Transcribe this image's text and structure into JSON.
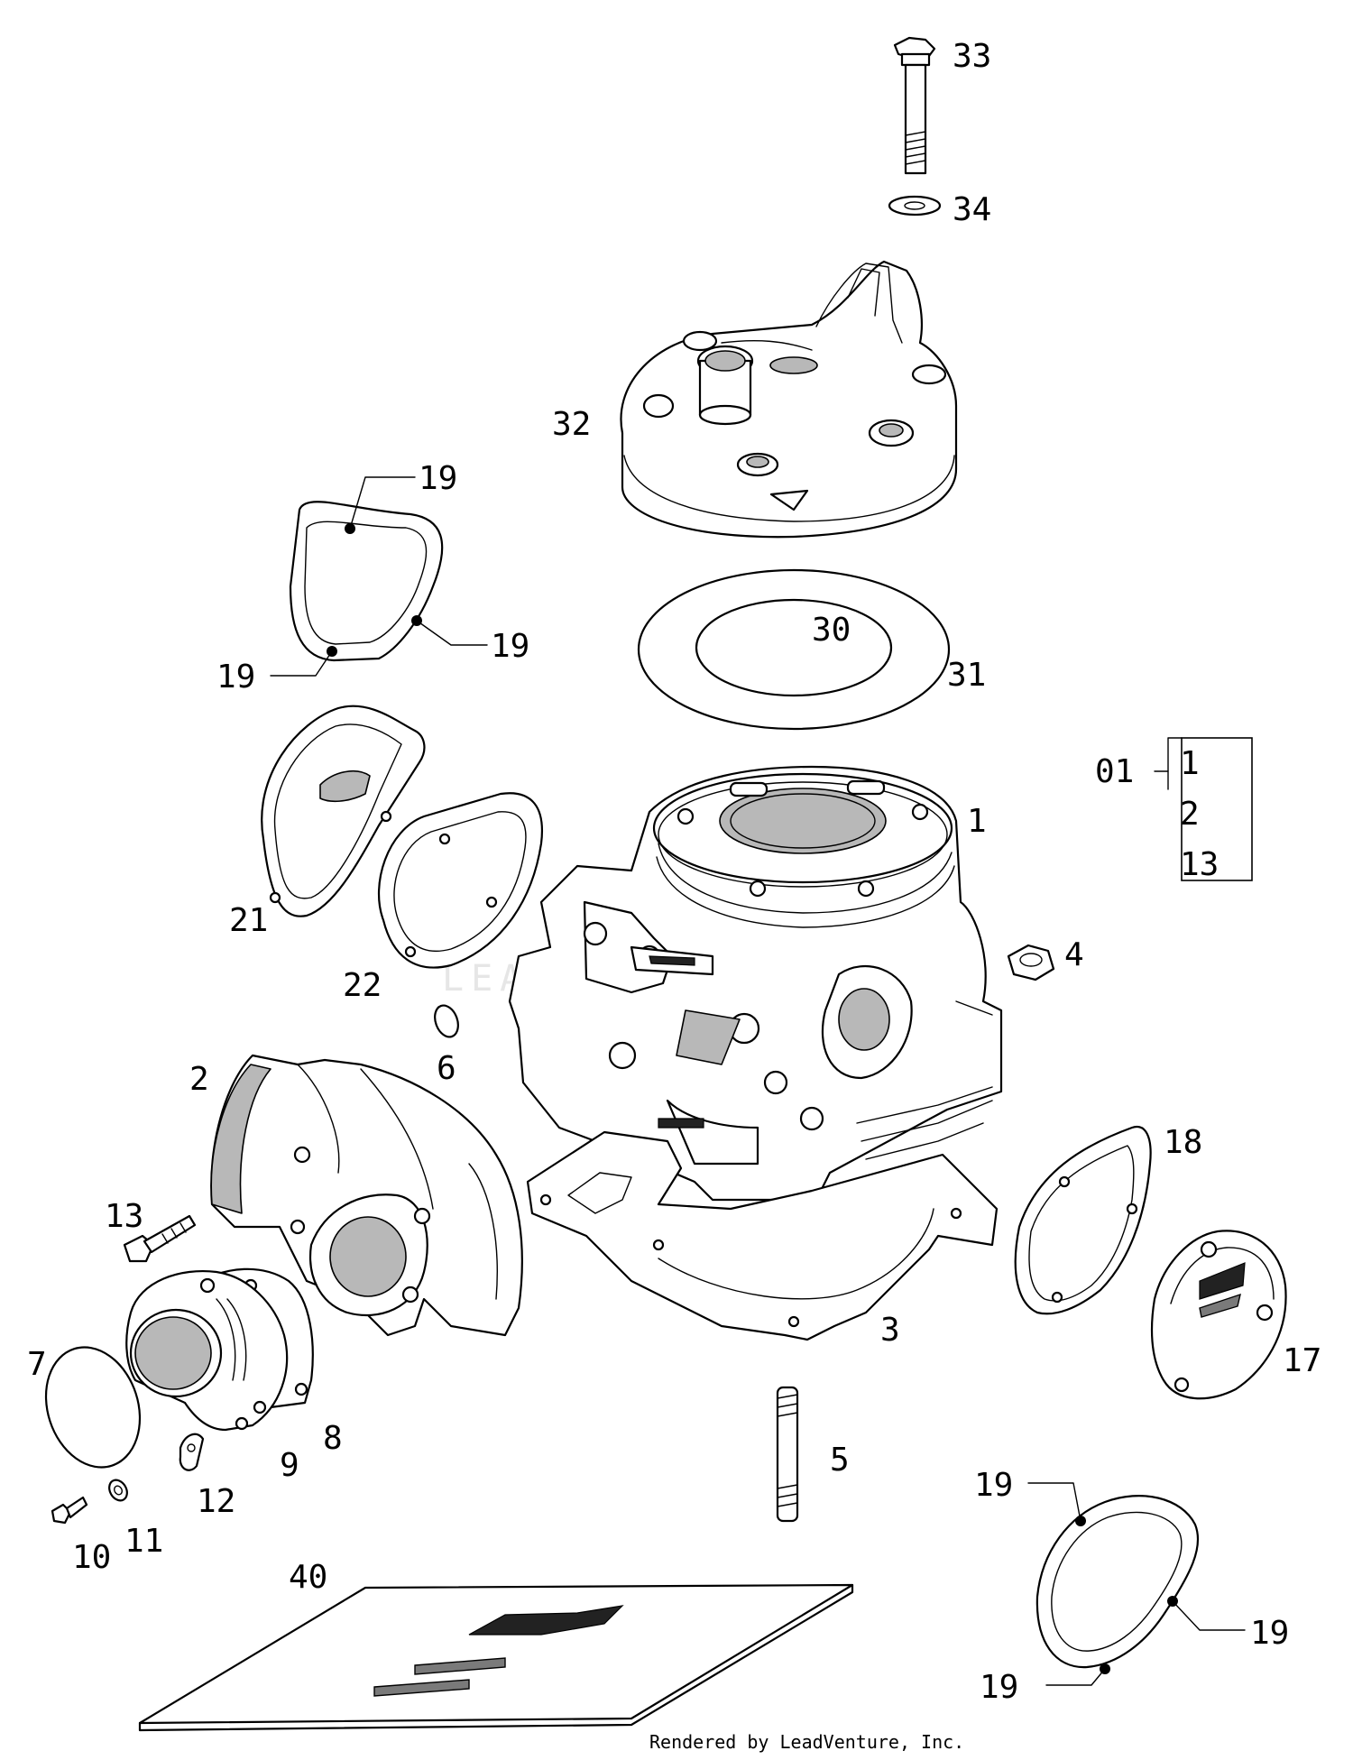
{
  "callouts": {
    "c33": "33",
    "c34": "34",
    "c32": "32",
    "c19a": "19",
    "c19b": "19",
    "c19c": "19",
    "c30": "30",
    "c31": "31",
    "c01": "01",
    "box1": "1",
    "box2": "2",
    "box13": "13",
    "c1": "1",
    "c21": "21",
    "c22": "22",
    "c4": "4",
    "c6": "6",
    "c2": "2",
    "c18": "18",
    "c13": "13",
    "c3": "3",
    "c17": "17",
    "c7": "7",
    "c8": "8",
    "c9": "9",
    "c12": "12",
    "c5": "5",
    "c11": "11",
    "c10": "10",
    "c40": "40",
    "c19d": "19",
    "c19e": "19",
    "c19f": "19"
  },
  "watermark": "LEADVENTURE",
  "credit": "Rendered by LeadVenture, Inc.",
  "colors": {
    "line": "#000000",
    "shade": "#b8b8b8",
    "watermark": "#e6e6e6"
  }
}
